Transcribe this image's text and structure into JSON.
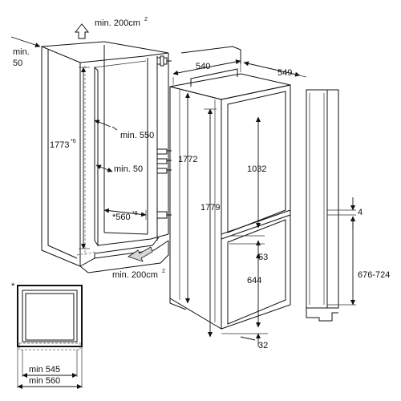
{
  "labels": {
    "vent_top": "min. 200cm",
    "vent_top_sup": "2",
    "vent_bottom": "min. 200cm",
    "vent_bottom_sup": "2",
    "gap_top_min": "min.",
    "gap_top_val": "50",
    "niche_height": "1773",
    "niche_height_sup": "*6",
    "min_550": "min. 550",
    "min_50": "min. 50",
    "niche_width": "*560",
    "niche_width_sup": "*8",
    "depth_540": "540",
    "depth_549": "549",
    "height_1772": "1772",
    "height_1779": "1779",
    "door_1032": "1032",
    "gap_53": "53",
    "door_644": "644",
    "gap_32": "32",
    "gap_4": "4",
    "range_676_724": "676-724",
    "asterisk": "*",
    "min_545": "min 545",
    "min_560": "min 560"
  }
}
